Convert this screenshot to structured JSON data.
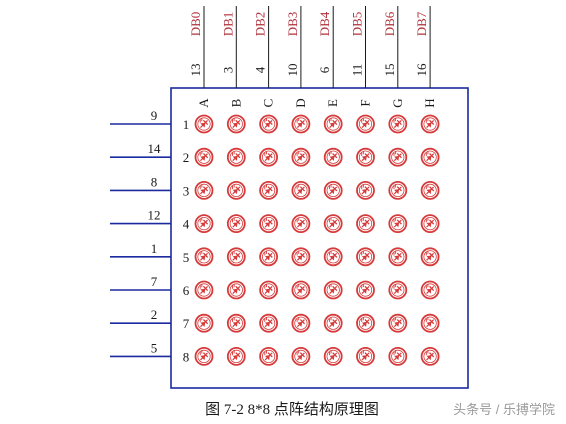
{
  "columns": [
    {
      "db": "DB0",
      "pin": "13",
      "letter": "A"
    },
    {
      "db": "DB1",
      "pin": "3",
      "letter": "B"
    },
    {
      "db": "DB2",
      "pin": "4",
      "letter": "C"
    },
    {
      "db": "DB3",
      "pin": "10",
      "letter": "D"
    },
    {
      "db": "DB4",
      "pin": "6",
      "letter": "E"
    },
    {
      "db": "DB5",
      "pin": "11",
      "letter": "F"
    },
    {
      "db": "DB6",
      "pin": "15",
      "letter": "G"
    },
    {
      "db": "DB7",
      "pin": "16",
      "letter": "H"
    }
  ],
  "rows": [
    {
      "pin": "9",
      "index": "1"
    },
    {
      "pin": "14",
      "index": "2"
    },
    {
      "pin": "8",
      "index": "3"
    },
    {
      "pin": "12",
      "index": "4"
    },
    {
      "pin": "1",
      "index": "5"
    },
    {
      "pin": "7",
      "index": "6"
    },
    {
      "pin": "2",
      "index": "7"
    },
    {
      "pin": "5",
      "index": "8"
    }
  ],
  "caption": "图 7-2    8*8 点阵结构原理图",
  "watermark": "头条号 / 乐搏学院",
  "colors": {
    "frame": "#1b2a9e",
    "led": "#d63a3a",
    "db_label": "#b0303a",
    "text": "#1a1a1a",
    "watermark": "#9a9a9a"
  }
}
